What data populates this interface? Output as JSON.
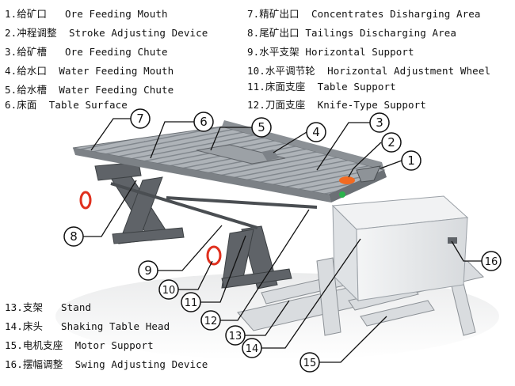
{
  "legend_top_left": [
    {
      "num": "1.",
      "zh": "给矿口",
      "en": "Ore Feeding Mouth"
    },
    {
      "num": "2.",
      "zh": "冲程调整",
      "en": "Stroke Adjusting Device"
    },
    {
      "num": "3.",
      "zh": "给矿槽",
      "en": "Ore Feeding Chute"
    },
    {
      "num": "4.",
      "zh": "给水口",
      "en": "Water Feeding Mouth"
    },
    {
      "num": "5.",
      "zh": "给水槽",
      "en": "Water Feeding Chute"
    },
    {
      "num": "6.",
      "zh": "床面",
      "en": "Table Surface"
    }
  ],
  "legend_top_right": [
    {
      "num": "7.",
      "zh": "精矿出口",
      "en": "Concentrates Disharging Area"
    },
    {
      "num": "8.",
      "zh": "尾矿出口",
      "en": "Tailings Discharging Area"
    },
    {
      "num": "9.",
      "zh": "水平支架",
      "en": "Horizontal Support"
    },
    {
      "num": "10.",
      "zh": "水平调节轮",
      "en": "Horizontal Adjustment Wheel"
    },
    {
      "num": "11.",
      "zh": "床面支座",
      "en": "Table Support"
    },
    {
      "num": "12.",
      "zh": "刀面支座",
      "en": "Knife-Type Support"
    }
  ],
  "legend_bottom_left": [
    {
      "num": "13.",
      "zh": "支架",
      "en": "Stand"
    },
    {
      "num": "14.",
      "zh": "床头",
      "en": "Shaking Table Head"
    },
    {
      "num": "15.",
      "zh": "电机支座",
      "en": "Motor Support"
    },
    {
      "num": "16.",
      "zh": "摆幅调整",
      "en": "Swing Adjusting Device"
    }
  ],
  "callouts": [
    "1",
    "2",
    "3",
    "4",
    "5",
    "6",
    "7",
    "8",
    "9",
    "10",
    "11",
    "12",
    "13",
    "14",
    "15",
    "16"
  ],
  "colors": {
    "table": "#9aa0a6",
    "frame": "#5f6368",
    "motor_box": "#eef0f2",
    "accent_red": "#e0301e",
    "accent_orange": "#f26a21",
    "green": "#2bb24c"
  }
}
